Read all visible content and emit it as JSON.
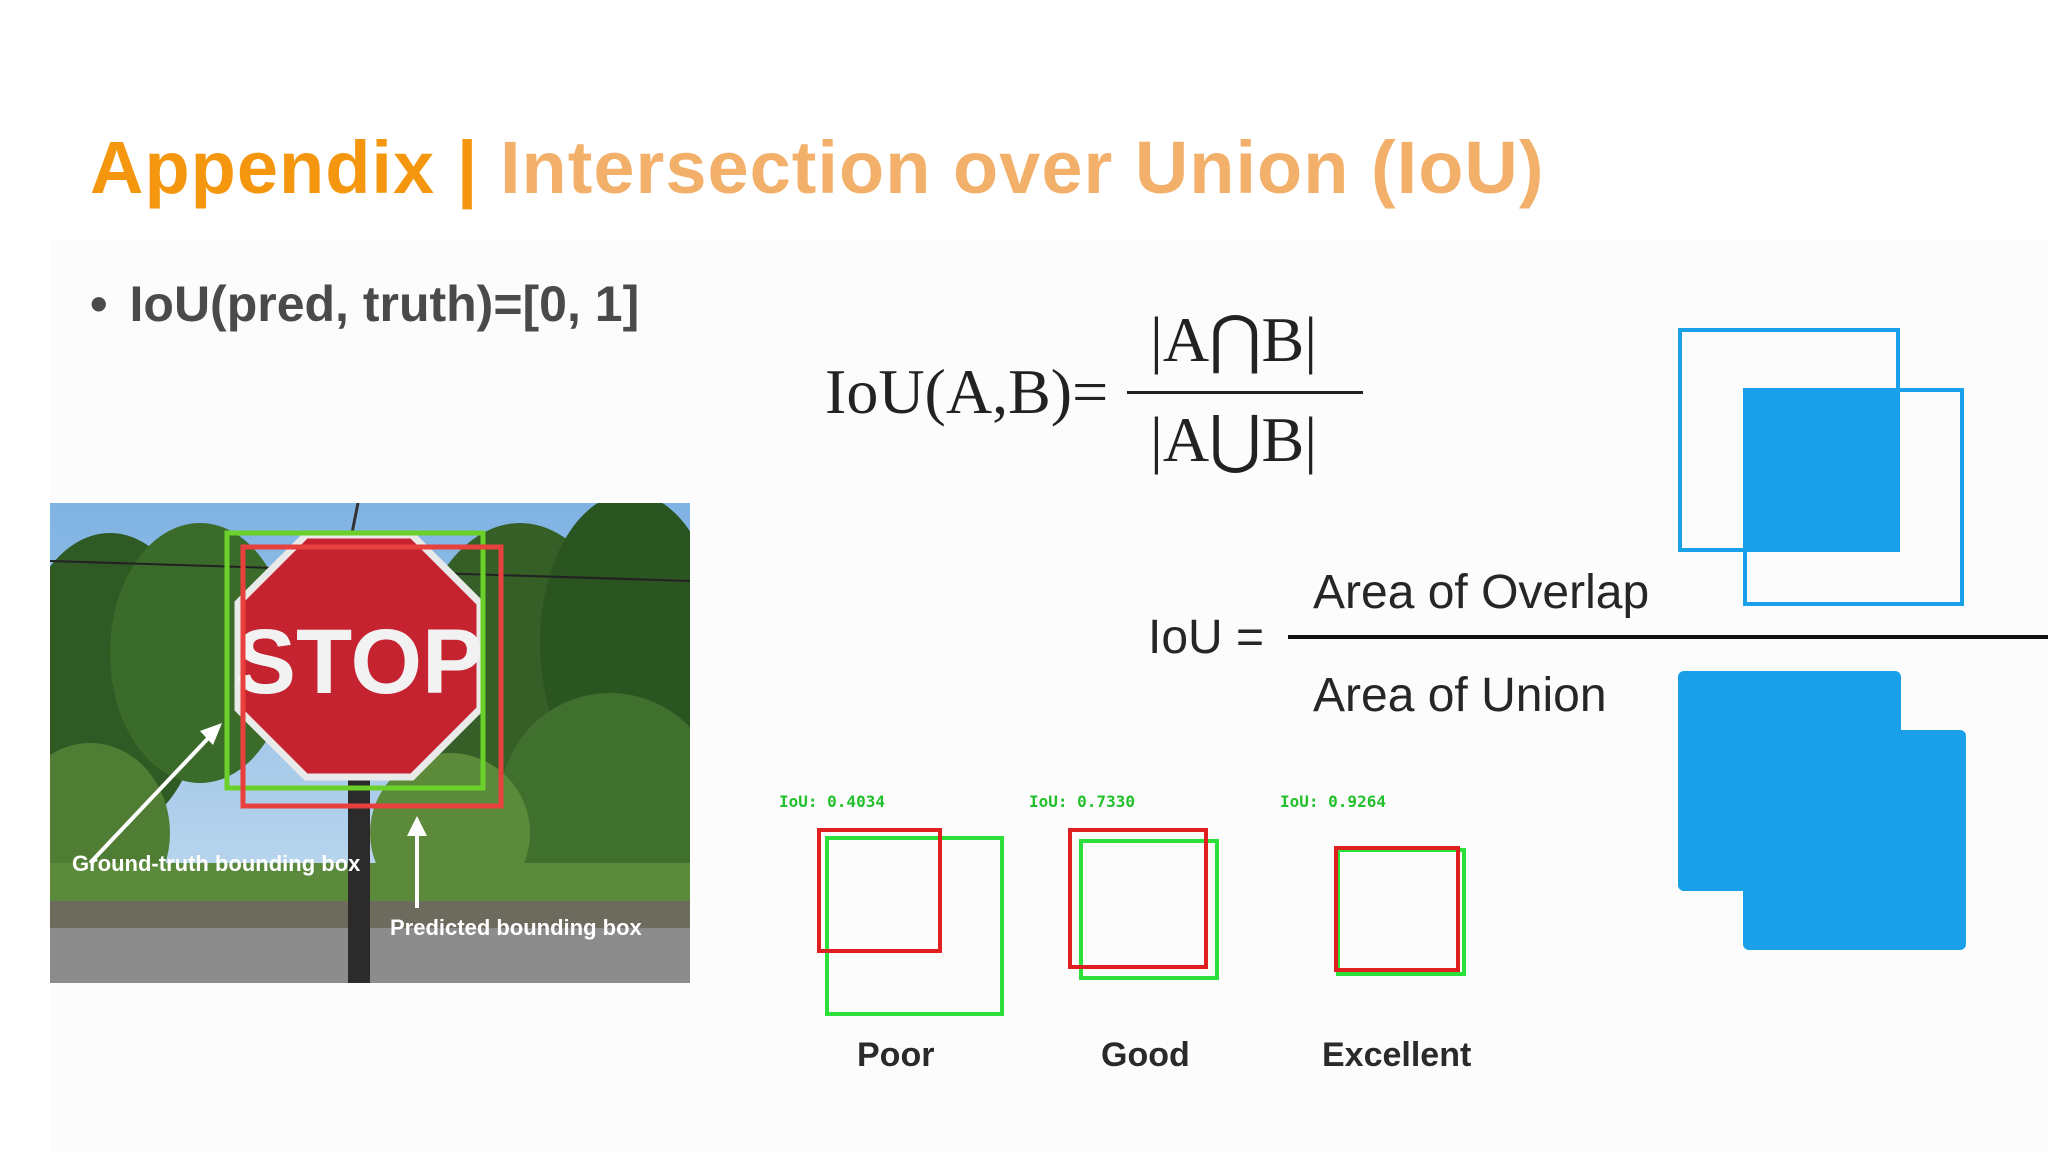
{
  "slide": {
    "title_main": "Appendix",
    "title_separator": "|",
    "title_sub": "Intersection over Union (IoU)",
    "bullet_symbol": "•",
    "bullet_text": "IoU(pred, truth)=[0, 1]"
  },
  "formula_sets": {
    "lhs": "IoU(A,B)=",
    "numerator": "|A⋂B|",
    "denominator": "|A⋃B|"
  },
  "formula_area": {
    "lhs": "IoU =",
    "numerator": "Area of Overlap",
    "denominator": "Area of Union"
  },
  "photo": {
    "sign_text": "STOP",
    "ground_truth_label": "Ground-truth bounding box",
    "predicted_label": "Predicted bounding box"
  },
  "quality_examples": [
    {
      "iou_label": "IoU: 0.4034",
      "rating": "Poor"
    },
    {
      "iou_label": "IoU: 0.7330",
      "rating": "Good"
    },
    {
      "iou_label": "IoU: 0.9264",
      "rating": "Excellent"
    }
  ],
  "colors": {
    "title_orange": "#f5960f",
    "title_light_orange": "#f2b06a",
    "ground_truth_green": "#6bd12a",
    "prediction_red": "#e8403c",
    "example_green": "#2be03a",
    "example_red": "#e02020",
    "diagram_blue": "#1aa0e8"
  }
}
